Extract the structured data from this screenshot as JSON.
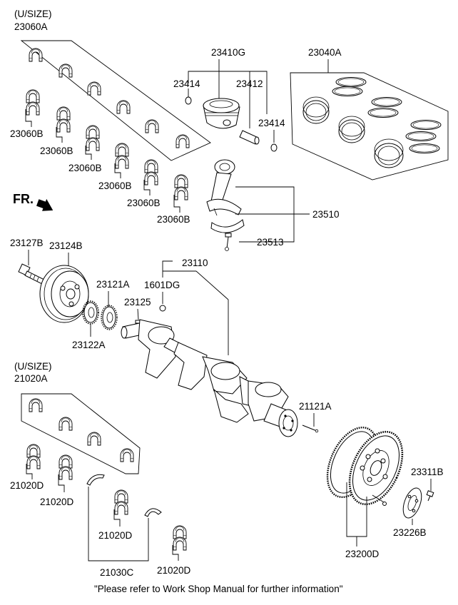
{
  "labels": {
    "usize_top": "(U/SIZE)",
    "p23060A": "23060A",
    "p23410G": "23410G",
    "p23040A": "23040A",
    "p23414_left": "23414",
    "p23412": "23412",
    "p23414_right": "23414",
    "p23060B_1": "23060B",
    "p23060B_2": "23060B",
    "p23060B_3": "23060B",
    "p23060B_4": "23060B",
    "p23060B_5": "23060B",
    "p23060B_6": "23060B",
    "fr": "FR.",
    "p23510": "23510",
    "p23513": "23513",
    "p23127B": "23127B",
    "p23124B": "23124B",
    "p23110": "23110",
    "p23121A": "23121A",
    "p1601DG": "1601DG",
    "p23125": "23125",
    "p23122A": "23122A",
    "usize_bottom": "(U/SIZE)",
    "p21020A": "21020A",
    "p21121A": "21121A",
    "p21020D_1": "21020D",
    "p21020D_2": "21020D",
    "p21020D_3": "21020D",
    "p21020D_4": "21020D",
    "p23311B": "23311B",
    "p23226B": "23226B",
    "p21030C": "21030C",
    "p23200D": "23200D"
  },
  "footer": "\"Please refer to Work Shop Manual for further information\""
}
